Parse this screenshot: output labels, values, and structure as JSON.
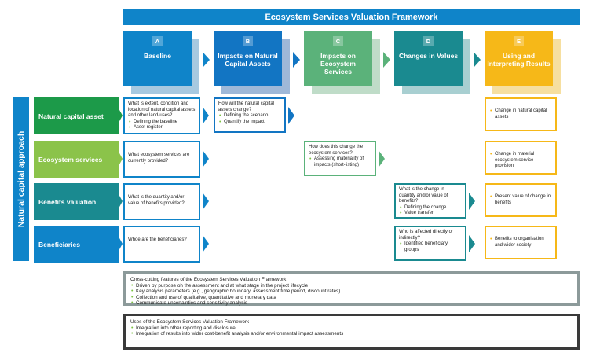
{
  "title": "Ecosystem Services Valuation Framework",
  "side_label": "Natural capital approach",
  "stages": [
    {
      "letter": "A",
      "title": "Baseline",
      "color": "#0f84c9",
      "shadow": "#a7c9e0"
    },
    {
      "letter": "B",
      "title": "Impacts on Natural Capital Assets",
      "color": "#1275c3",
      "shadow": "#9fb8d8"
    },
    {
      "letter": "C",
      "title": "Impacts on Ecosystem Services",
      "color": "#5bb27a",
      "shadow": "#bfdcc8"
    },
    {
      "letter": "D",
      "title": "Changes in Values",
      "color": "#1a8a90",
      "shadow": "#a8cfd1"
    },
    {
      "letter": "E",
      "title": "Using and Interpreting Results",
      "color": "#f6b818",
      "shadow": "#f6dfa0"
    }
  ],
  "rows": [
    {
      "label": "Natural capital asset",
      "color": "#1c9a49"
    },
    {
      "label": "Ecosystem services",
      "color": "#8bc34a"
    },
    {
      "label": "Benefits valuation",
      "color": "#1a8a90"
    },
    {
      "label": "Beneficiaries",
      "color": "#0f84c9"
    }
  ],
  "cells": {
    "a1": {
      "text": "What is extent, condition and location of natural capital assets and other land-uses?",
      "bullets": [
        "Defining the baseline",
        "Asset register"
      ]
    },
    "a2": {
      "text": "What ecosystem services are currently provided?"
    },
    "a3": {
      "text": "What is the quantity and/or value of benefits provided?"
    },
    "a4": {
      "text": "Whoe are the beneficiaries?"
    },
    "b1": {
      "text": "How will the natural capital assets change?",
      "bullets": [
        "Defining the scenario",
        "Quantify the impact"
      ]
    },
    "c2": {
      "text": "How does this change the ecosystem services?",
      "bullets": [
        "Assessing materiality of impacts (short-listing)"
      ]
    },
    "d3": {
      "text": "What is the change in quantity and/or value of benefits?",
      "bullets": [
        "Defining the change",
        "Value transfer"
      ]
    },
    "d4": {
      "text": "Who is affected directly or indirectly?",
      "bullets": [
        "Identified beneficiary groups"
      ]
    },
    "e1": {
      "bullets": [
        "Change in natural capital assets"
      ]
    },
    "e2": {
      "bullets": [
        "Change in material ecosystem service provision"
      ]
    },
    "e3": {
      "bullets": [
        "Present value of change in benefits"
      ]
    },
    "e4": {
      "bullets": [
        "Benefits to organisation and wider society"
      ]
    }
  },
  "cross_cutting": {
    "title": "Cross-cutting features of the Ecosystem Services Valuation Framework",
    "bullets": [
      "Driven by purpose oh the assessment and at what stage in the project lifecycle",
      "Key analysis parameters (e.g., geographic boundary, assessment time period, discount rates)",
      "Collection and use of qualitative, quantitative and monetary data",
      "Communicate uncertainties and sensitivity analysis"
    ]
  },
  "uses": {
    "title": "Uses of the Ecosystem Services Valuation Framework",
    "bullets": [
      "Integration into other reporting and disclosure",
      "Integration of results into wider cost-benefit analysis and/or environmental impact assessments"
    ]
  },
  "colors": {
    "panel_cross_border": "#8c9a9a",
    "panel_uses_border": "#3a3a3a",
    "bullet": "#7cc242"
  }
}
